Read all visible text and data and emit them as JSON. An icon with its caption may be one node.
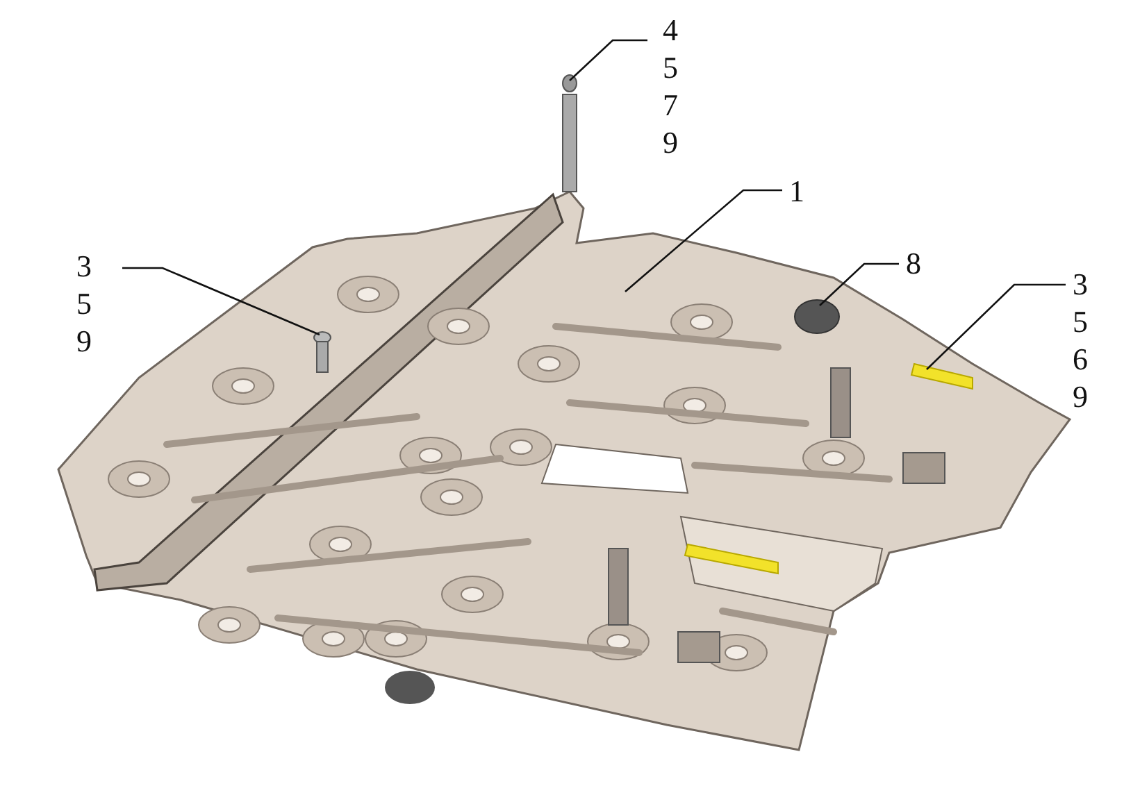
{
  "diagram": {
    "nodes": [
      {
        "text": [
          "4 5 7 9"
        ]
      },
      {
        "text": [
          "3 5 9"
        ]
      },
      {
        "text": [
          "1"
        ]
      },
      {
        "text": [
          "8"
        ]
      },
      {
        "text": [
          "3 5 6 9"
        ]
      }
    ],
    "edges": [
      {
        "from": 0,
        "to": null,
        "arrow": "none"
      },
      {
        "from": 1,
        "to": null,
        "arrow": "none"
      },
      {
        "from": 2,
        "to": null,
        "arrow": "none"
      },
      {
        "from": 3,
        "to": null,
        "arrow": "none"
      },
      {
        "from": 4,
        "to": null,
        "arrow": "none"
      }
    ]
  }
}
